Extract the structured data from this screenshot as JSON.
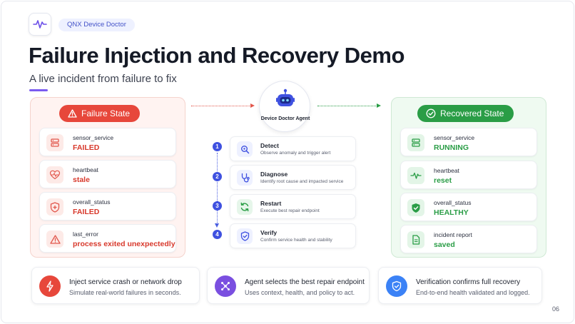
{
  "header": {
    "brand": "QNX Device Doctor",
    "title": "Failure Injection and Recovery Demo",
    "subtitle": "A live incident from failure to fix"
  },
  "failure_panel": {
    "label": "Failure State",
    "items": [
      {
        "label": "sensor_service",
        "value": "FAILED",
        "icon": "server-icon"
      },
      {
        "label": "heartbeat",
        "value": "stale",
        "icon": "heart-pulse-icon"
      },
      {
        "label": "overall_status",
        "value": "FAILED",
        "icon": "shield-plus-icon"
      },
      {
        "label": "last_error",
        "value": "process exited unexpectedly",
        "icon": "warning-icon"
      }
    ]
  },
  "recovered_panel": {
    "label": "Recovered State",
    "items": [
      {
        "label": "sensor_service",
        "value": "RUNNING",
        "icon": "server-icon"
      },
      {
        "label": "heartbeat",
        "value": "reset",
        "icon": "pulse-icon"
      },
      {
        "label": "overall_status",
        "value": "HEALTHY",
        "icon": "shield-check-icon"
      },
      {
        "label": "incident report",
        "value": "saved",
        "icon": "document-icon"
      }
    ]
  },
  "agent": {
    "label": "Device Doctor Agent",
    "steps": [
      {
        "num": "1",
        "title": "Detect",
        "desc": "Observe anomaly and trigger alert",
        "icon": "search-icon"
      },
      {
        "num": "2",
        "title": "Diagnose",
        "desc": "Identify root cause and impacted service",
        "icon": "stethoscope-icon"
      },
      {
        "num": "3",
        "title": "Restart",
        "desc": "Execute best repair endpoint",
        "icon": "refresh-icon"
      },
      {
        "num": "4",
        "title": "Verify",
        "desc": "Confirm service health and stability",
        "icon": "shield-check-icon"
      }
    ]
  },
  "bottom": [
    {
      "title": "Inject service crash or network drop",
      "desc": "Simulate real-world failures in seconds.",
      "icon": "lightning-icon",
      "color": "#e7473b"
    },
    {
      "title": "Agent selects the best repair endpoint",
      "desc": "Uses context, health, and policy to act.",
      "icon": "network-icon",
      "color": "#7a4fe0"
    },
    {
      "title": "Verification confirms full recovery",
      "desc": "End-to-end health validated and logged.",
      "icon": "shield-check-icon",
      "color": "#3b82f6"
    }
  ],
  "page_number": "06",
  "colors": {
    "failure": "#e7473b",
    "success": "#2a9d46",
    "accent": "#3f51e0",
    "purple": "#7a5cf0"
  }
}
